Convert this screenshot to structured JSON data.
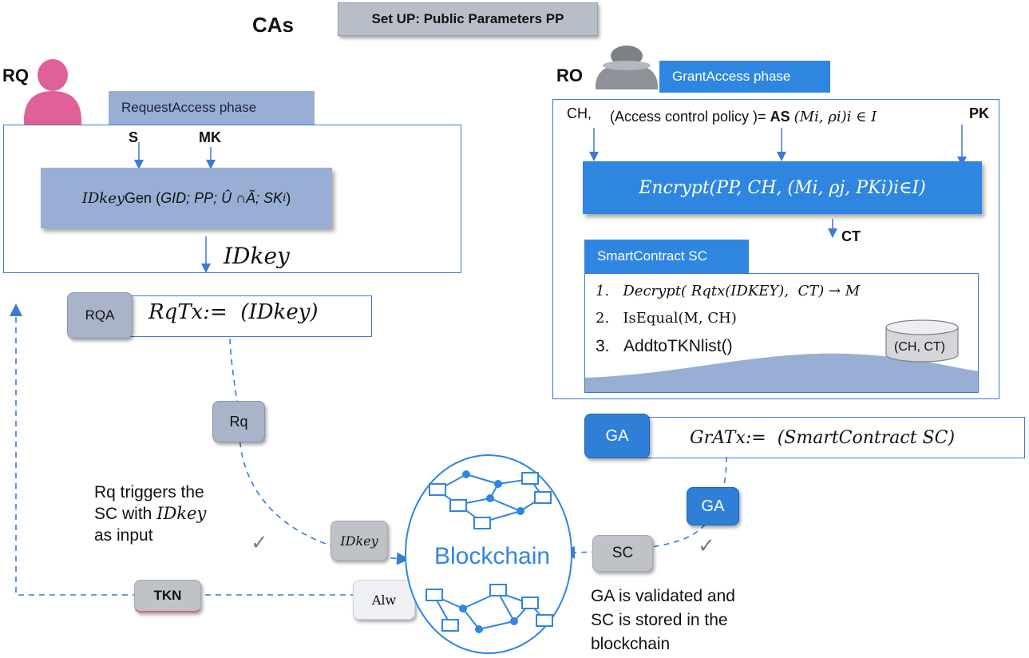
{
  "title": "CAs",
  "setup_label": "Set UP: Public Parameters PP",
  "rq": {
    "label": "RQ",
    "phase_title": "RequestAccess phase",
    "input_s": "S",
    "input_mk": "MK",
    "idkeygen_prefix": "IDkey",
    "idkeygen_body": "Gen (",
    "idkeygen_args": "GID; PP; Û ∩Ã; SK",
    "idkeygen_sub": "i",
    "idkeygen_close": ")",
    "idkey_output": "IDkey",
    "rqa_tag": "RQA",
    "rqtx": "RqTx:=  (IDkey)",
    "rq_tag": "Rq",
    "trigger_note": [
      "Rq triggers the",
      "SC with",
      "IDkey",
      "as input"
    ],
    "idkey_tag": "IDkey",
    "tkn_tag": "TKN",
    "alw_tag": "Alw"
  },
  "ro": {
    "label": "RO",
    "phase_title": "GrantAccess phase",
    "ch": "CH,",
    "policy": "(Access control policy )=",
    "as": "AS",
    "policy_math": "(Mi, ρi)i ∈ I",
    "pk": "PK",
    "encrypt": "Encrypt(PP, CH, (M",
    "encrypt_rest": "i, ρj, PKi)i∈I)",
    "ct": "CT",
    "sc_title": "SmartContract SC",
    "steps": [
      {
        "num": "1.",
        "text": "Decrypt( Rqtx(IDKEY),  CT) → M"
      },
      {
        "num": "2.",
        "text": "IsEqual(M, CH)"
      },
      {
        "num": "3.",
        "text": "AddtoTKNlist()"
      }
    ],
    "storage": "(CH, CT)",
    "ga_tag": "GA",
    "gratx": "GrATx:=  (SmartContract SC)",
    "ga_tag2": "GA",
    "sc_tag": "SC",
    "validated_note": [
      "GA is validated and",
      "SC is stored in the",
      "blockchain"
    ]
  },
  "blockchain_label": "Blockchain",
  "colors": {
    "blue": "#2f86e0",
    "grey_blue": "#98aed4",
    "pink": "#e0609a",
    "grey": "#bfc2c6"
  }
}
